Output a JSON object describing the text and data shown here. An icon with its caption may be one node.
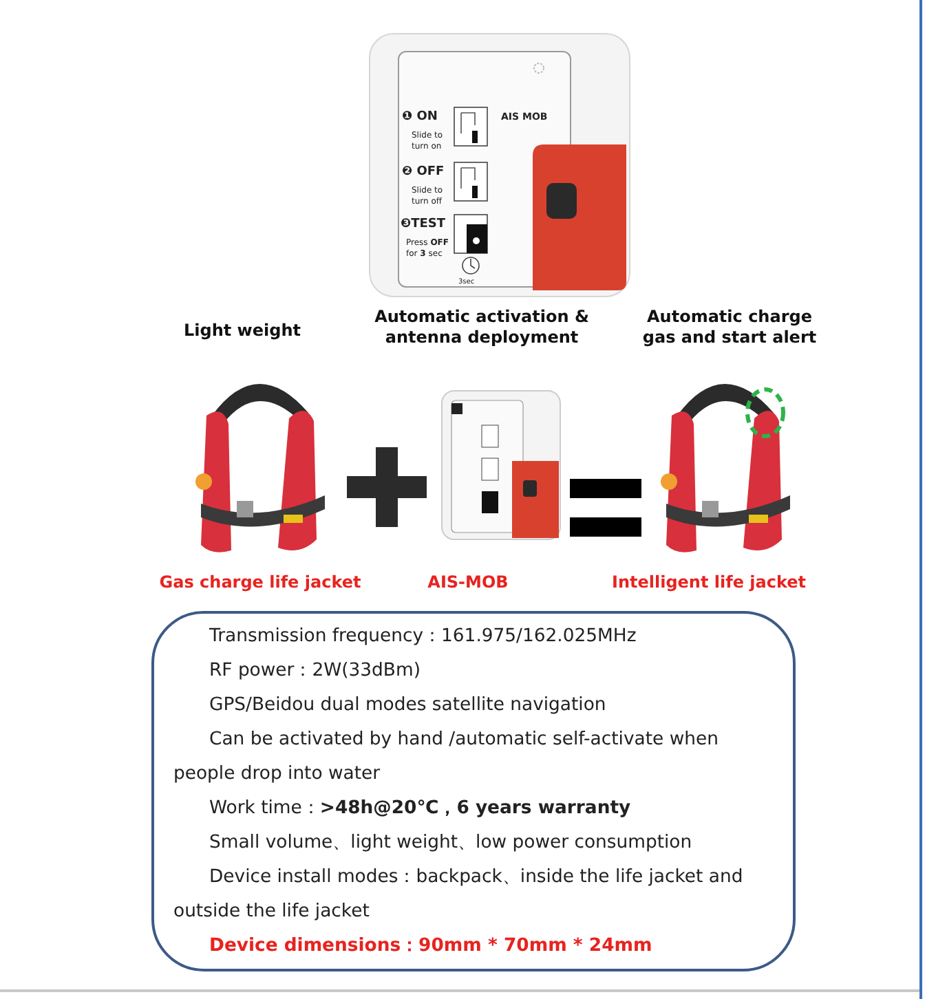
{
  "diagram": {
    "nodes": [
      {
        "text": [
          "AIS MOB",
          "❶ ON",
          "Slide to turn on",
          "❷ OFF",
          "Slide to turn off",
          "❸TEST",
          "Press **OFF** for **3** sec",
          "3sec"
        ]
      },
      {
        "text": [
          "Transmission frequency：161.975/162.025MHz",
          "RF power：2W(33dBm)",
          "GPS/Beidou dual modes satellite navigation",
          "Can be activated by hand /automatic self-activate when people drop into water",
          "Work time：**>48h@20℃，6 years warranty**",
          "Small volume、light weight、low power consumption",
          "Device install modes：backpack、inside the life jacket and outside the life jacket",
          "Device dimensions：90mm * 70mm * 24mm"
        ]
      }
    ],
    "labels": [
      "Light weight",
      "Automatic activation & antenna deployment",
      "Automatic charge gas and start alert",
      "Gas charge life jacket",
      "AIS-MOB",
      "Intelligent life jacket"
    ]
  }
}
